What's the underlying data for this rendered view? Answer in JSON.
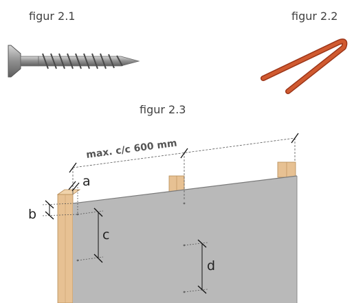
{
  "captions": {
    "fig1": "figur 2.1",
    "fig2": "figur 2.2",
    "fig3": "figur 2.3"
  },
  "dimension": {
    "span": "max. c/c 600 mm"
  },
  "labels": {
    "a": "a",
    "b": "b",
    "c": "c",
    "d": "d"
  },
  "colors": {
    "staple": "#c8512b",
    "screw": "#9a9a9a",
    "board": "#b9b9b9",
    "wood": "#e7c193"
  },
  "icons": {
    "fig1": "screw-icon",
    "fig2": "staple-icon"
  }
}
